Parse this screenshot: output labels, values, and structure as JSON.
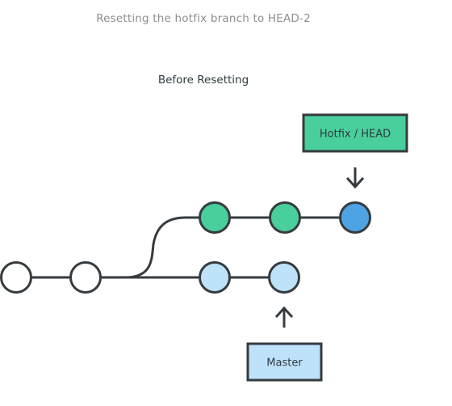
{
  "title": "Resetting the hotfix branch to HEAD-2",
  "subtitle": "Before Resetting",
  "colors": {
    "line": "#353b3f",
    "commit_plain": "#ffffff",
    "commit_hotfix": "#49cf9c",
    "commit_head": "#4da3e4",
    "commit_master": "#bfe2fb",
    "label_hotfix": "#49cf9c",
    "label_master": "#bfe2fb"
  },
  "labels": {
    "hotfix": "Hotfix / HEAD",
    "master": "Master"
  },
  "icons": {
    "hotfix_pointer": "arrow-down-icon",
    "master_pointer": "arrow-up-icon"
  }
}
